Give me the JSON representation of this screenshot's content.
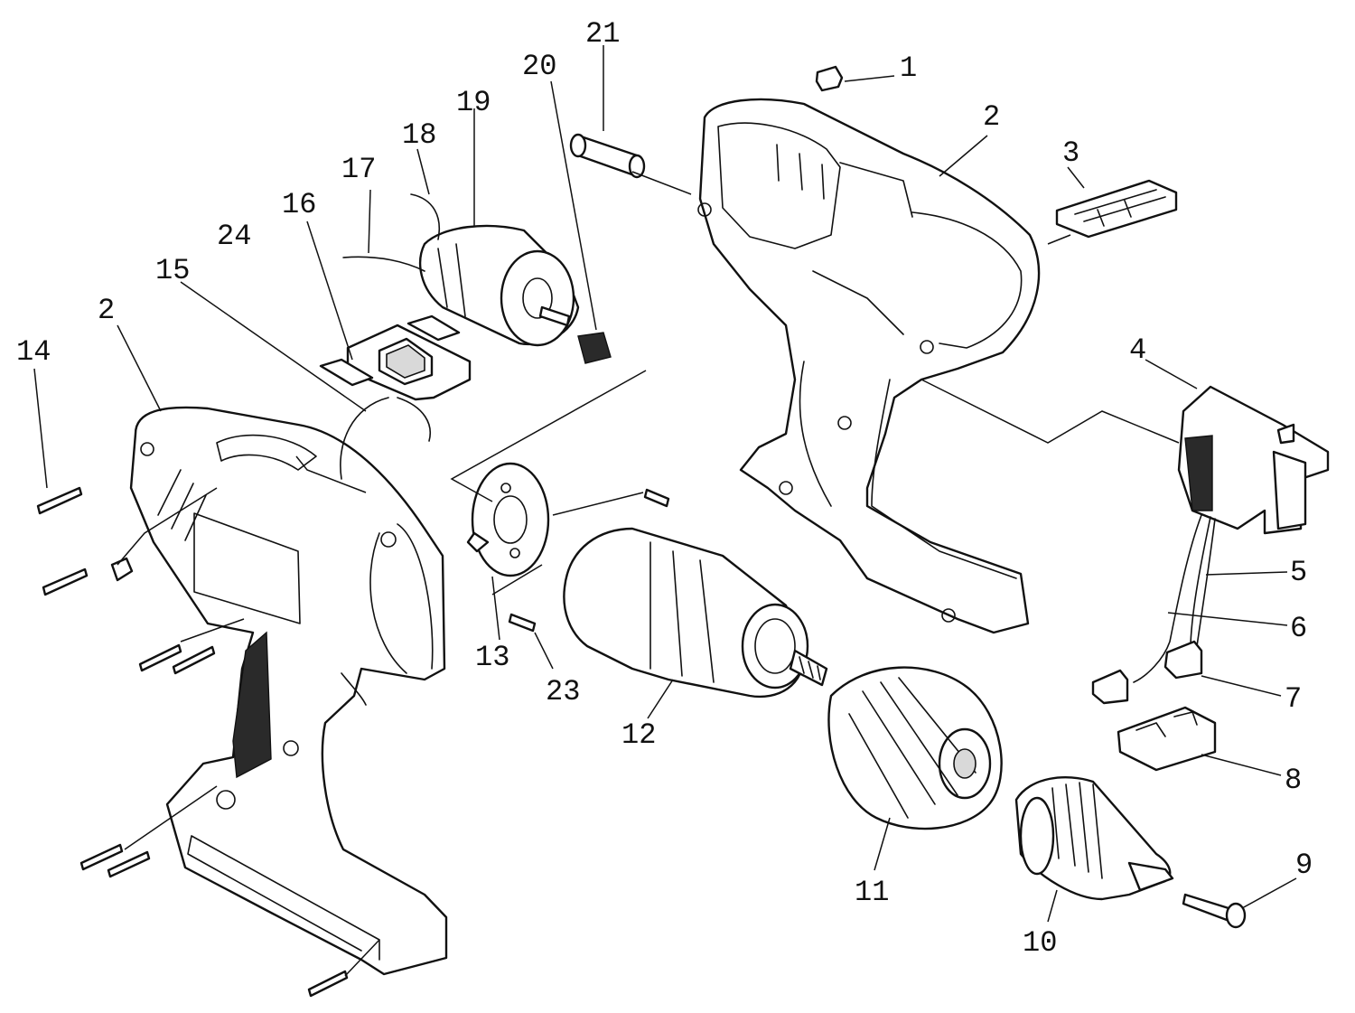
{
  "diagram": {
    "callouts": [
      "1",
      "2",
      "3",
      "4",
      "5",
      "6",
      "7",
      "8",
      "9",
      "10",
      "11",
      "12",
      "13",
      "14",
      "15",
      "16",
      "17",
      "18",
      "19",
      "20",
      "21",
      "2",
      "23",
      "24"
    ]
  }
}
